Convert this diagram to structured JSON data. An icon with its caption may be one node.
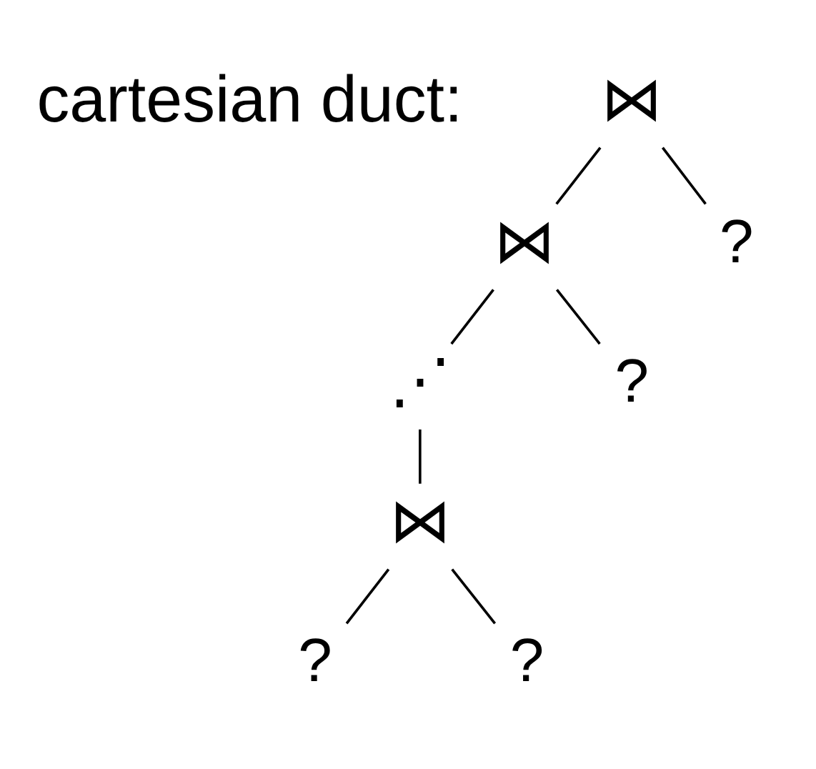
{
  "diagram": {
    "nodes": [
      {
        "text": [
          "⋈"
        ]
      },
      {
        "text": [
          "⋈"
        ]
      },
      {
        "text": [
          "?"
        ]
      },
      {
        "text": [
          "⋰"
        ]
      },
      {
        "text": [
          "?"
        ]
      },
      {
        "text": [
          "⋈"
        ]
      },
      {
        "text": [
          "?"
        ]
      },
      {
        "text": [
          "?"
        ]
      }
    ],
    "edges": [
      {
        "from": 0,
        "to": 1,
        "arrow": "none"
      },
      {
        "from": 0,
        "to": 2,
        "arrow": "none"
      },
      {
        "from": 1,
        "to": 3,
        "arrow": "none"
      },
      {
        "from": 1,
        "to": 4,
        "arrow": "none"
      },
      {
        "from": 3,
        "to": 5,
        "arrow": "none"
      },
      {
        "from": 5,
        "to": 6,
        "arrow": "none"
      },
      {
        "from": 5,
        "to": 7,
        "arrow": "none"
      }
    ],
    "labels": [
      "cartesian duct:"
    ]
  }
}
